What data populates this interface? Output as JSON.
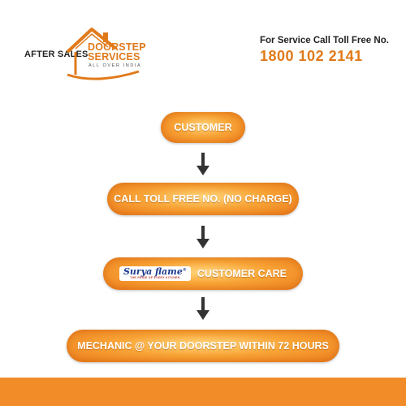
{
  "header": {
    "after_sales": "AFTER SALES",
    "brand_line1": "DOORSTEP",
    "brand_line2": "SERVICES",
    "brand_tagline": "ALL OVER INDIA",
    "service_label": "For Service Call Toll Free No.",
    "service_number": "1800 102 2141"
  },
  "flow": {
    "steps": [
      {
        "label": "CUSTOMER"
      },
      {
        "label": "CALL TOLL FREE NO. (NO CHARGE)"
      },
      {
        "label": "CUSTOMER CARE",
        "logo_name": "Surya flame",
        "logo_reg": "®",
        "logo_tagline": "THE PRIDE OF EVERY KITCHEN"
      },
      {
        "label": "MECHANIC @ YOUR DOORSTEP WITHIN 72 HOURS"
      }
    ]
  },
  "colors": {
    "accent": "#e07a1a",
    "pill_orange": "#f8a436",
    "footer": "#f28c28",
    "arrow": "#333333",
    "logo_blue": "#1b3a8f"
  },
  "icons": {
    "house": "house-outline-icon",
    "arrow": "arrow-down-icon"
  }
}
